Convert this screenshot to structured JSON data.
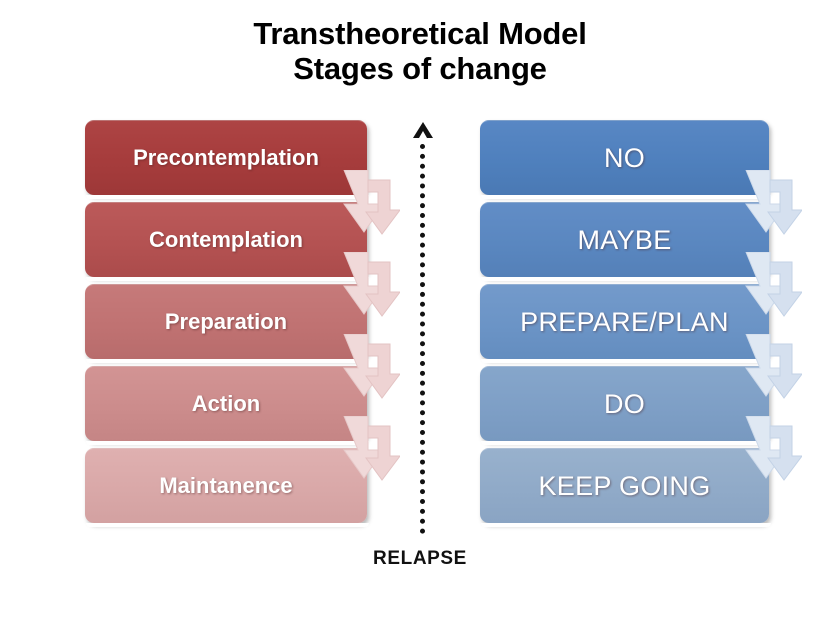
{
  "title": {
    "line1": "Transtheoretical Model",
    "line2": "Stages of change"
  },
  "stages_column": {
    "name": "stages-of-change",
    "boxes": [
      {
        "label": "Precontemplation",
        "color": "#a63c3c"
      },
      {
        "label": "Contemplation",
        "color": "#b45252"
      },
      {
        "label": "Preparation",
        "color": "#c07272"
      },
      {
        "label": "Action",
        "color": "#cc8c8c"
      },
      {
        "label": "Maintanence",
        "color": "#d9a8a8"
      }
    ],
    "arrow_color": "#efd6d6"
  },
  "plain_language_column": {
    "name": "plain-language",
    "boxes": [
      {
        "label": "NO",
        "color": "#4f80bd"
      },
      {
        "label": "MAYBE",
        "color": "#5a87c0"
      },
      {
        "label": "PREPARE/PLAN",
        "color": "#6b94c6"
      },
      {
        "label": "DO",
        "color": "#7e9fc6"
      },
      {
        "label": "KEEP GOING",
        "color": "#90aac8"
      }
    ],
    "arrow_color": "#dbe5f1"
  },
  "relapse": {
    "label": "RELAPSE",
    "direction": "up",
    "line_style": "dotted",
    "color": "#111111"
  },
  "background_color": "#ffffff"
}
